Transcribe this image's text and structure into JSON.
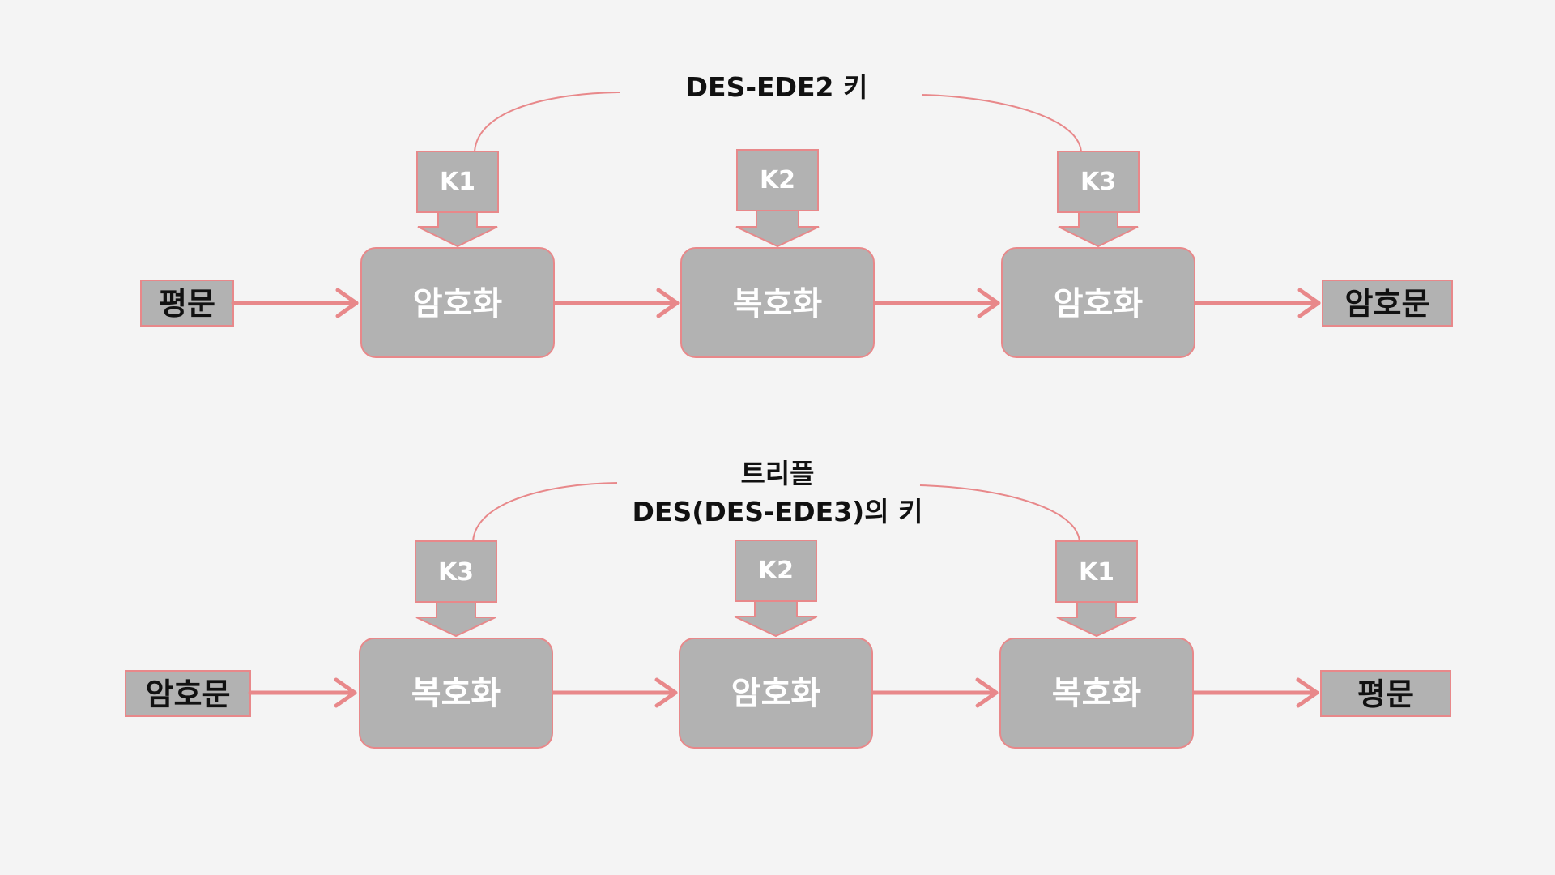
{
  "rows": [
    {
      "title_lines": [
        "DES-EDE2 키"
      ],
      "input": "평문",
      "output": "암호문",
      "stages": [
        {
          "process": "암호화",
          "key": "K1"
        },
        {
          "process": "복호화",
          "key": "K2"
        },
        {
          "process": "암호화",
          "key": "K3"
        }
      ]
    },
    {
      "title_lines": [
        "트리플",
        "DES(DES-EDE3)의 키"
      ],
      "input": "암호문",
      "output": "평문",
      "stages": [
        {
          "process": "복호화",
          "key": "K3"
        },
        {
          "process": "암호화",
          "key": "K2"
        },
        {
          "process": "복호화",
          "key": "K1"
        }
      ]
    }
  ],
  "colors": {
    "background": "#f4f4f4",
    "box_fill": "#b2b2b2",
    "accent": "#e8888a",
    "box_text": "#ffffff",
    "io_text": "#111111"
  }
}
